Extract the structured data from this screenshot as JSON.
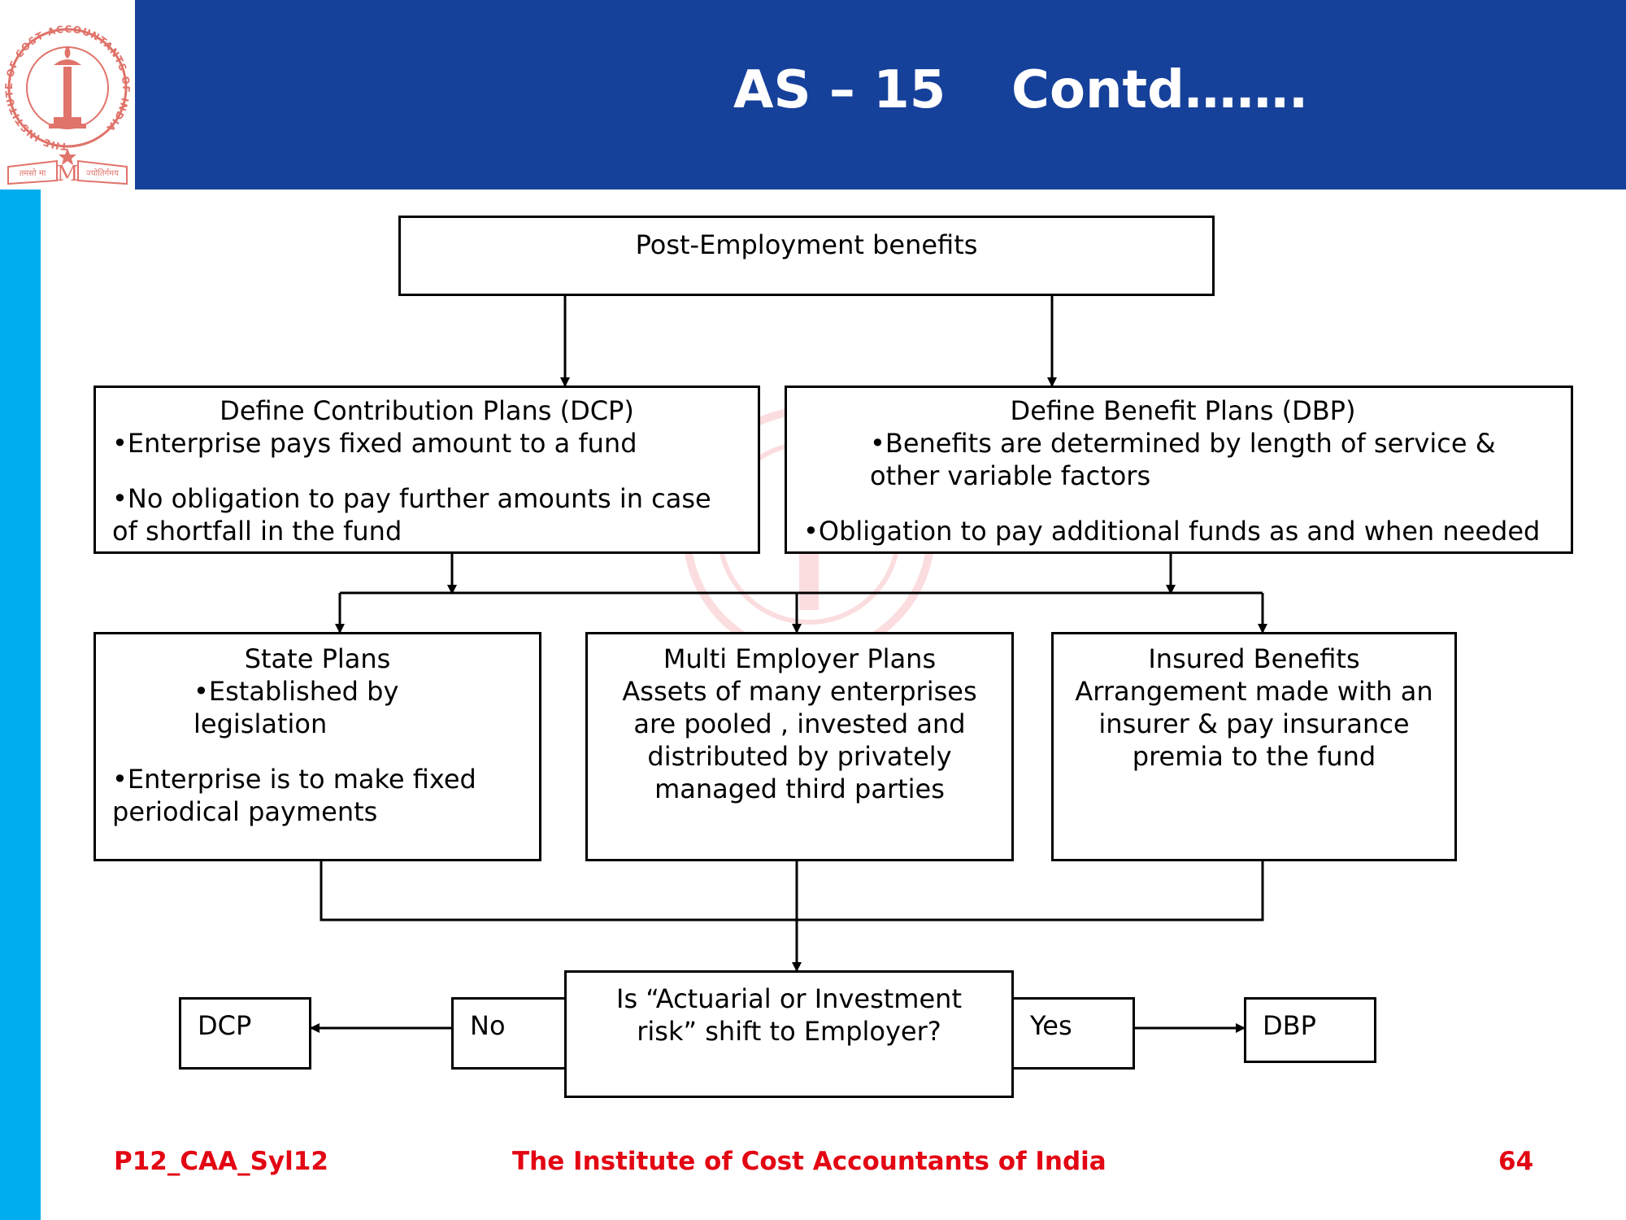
{
  "header": {
    "title_left": "AS – 15",
    "title_right": "Contd……."
  },
  "logo": {
    "ring_text": "THE INSTITUTE OF COST ACCOUNTANTS OF INDIA",
    "motto_left": "तमसो मा",
    "motto_right": "ज्योतिर्गमय"
  },
  "diagram": {
    "root": "Post-Employment benefits",
    "dcp": {
      "title": "Define Contribution Plans (DCP)",
      "point1": "•Enterprise pays fixed amount to a fund",
      "point2": "•No obligation to pay further amounts in case of shortfall in the fund"
    },
    "dbp": {
      "title": "Define Benefit Plans (DBP)",
      "point1": "•Benefits are determined by length of service & other variable factors",
      "point2": "•Obligation to pay additional funds as and when needed"
    },
    "state": {
      "title": "State Plans",
      "point1": "•Established by legislation",
      "point2": "•Enterprise is to make fixed periodical payments"
    },
    "multi": {
      "title": "Multi Employer Plans",
      "body": "Assets of many enterprises are pooled , invested and distributed by privately managed third parties"
    },
    "insured": {
      "title": "Insured Benefits",
      "body": "Arrangement made with an insurer & pay insurance premia to the fund"
    },
    "question": "Is “Actuarial or Investment risk” shift to Employer?",
    "no": "No",
    "yes": "Yes",
    "dcp_result": "DCP",
    "dbp_result": "DBP"
  },
  "footer": {
    "code": "P12_CAA_Syl12",
    "institute": "The Institute of Cost Accountants of India",
    "page": "64"
  },
  "colors": {
    "header_bg": "#16419a",
    "sidebar": "#00aeef",
    "footer_text": "#e30613",
    "logo": "#e0736a"
  }
}
